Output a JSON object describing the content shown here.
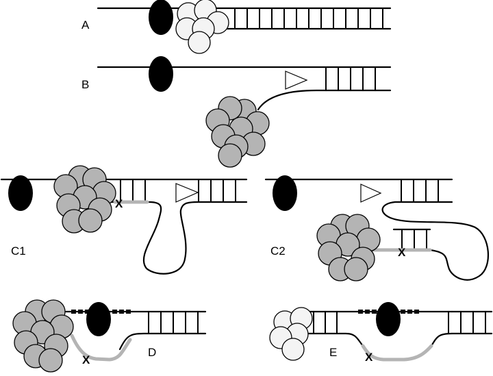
{
  "panels": {
    "A": {
      "label": "A"
    },
    "B": {
      "label": "B"
    },
    "C1": {
      "label": "C1",
      "mark": "X"
    },
    "C2": {
      "label": "C2",
      "mark": "X"
    },
    "D": {
      "label": "D",
      "mark": "X"
    },
    "E": {
      "label": "E",
      "mark": "X"
    }
  },
  "colors": {
    "line": "#000000",
    "complex_gray": "#b4b4b4",
    "complex_white": "#f4f4f4",
    "gray_segment": "#b4b4b4",
    "oval": "#000000"
  }
}
